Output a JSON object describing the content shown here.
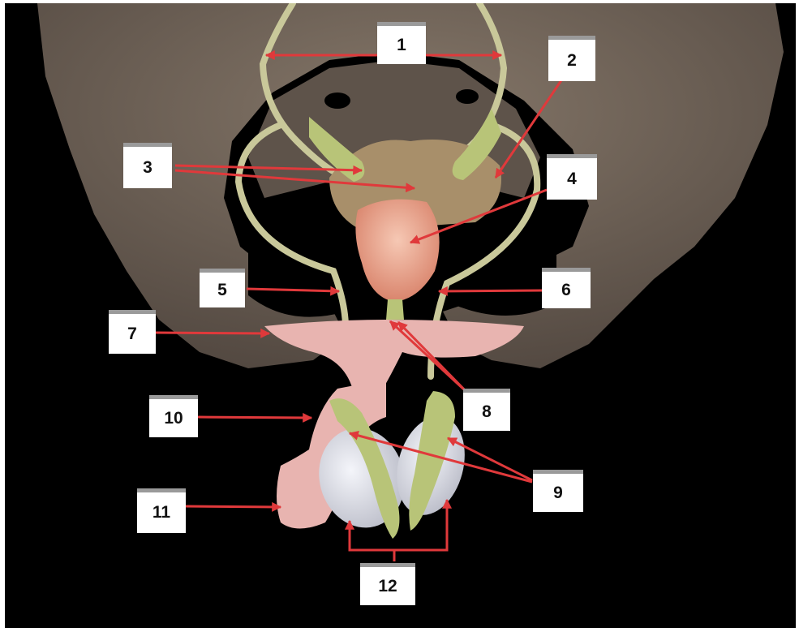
{
  "labels": [
    "1",
    "2",
    "3",
    "4",
    "5",
    "6",
    "7",
    "8",
    "9",
    "10",
    "11",
    "12"
  ],
  "colors": {
    "background": "#000000",
    "bone": "#6e6258",
    "nerve": "#c9c89a",
    "bladder": "#a88f6a",
    "prostate": "#e3a08a",
    "gland": "#b8c478",
    "testis": "#d6d8e2",
    "penis": "#e8b4b0",
    "arrow": "#e0393b",
    "label_box": "#ffffff",
    "label_border": "#9a9a9a"
  }
}
